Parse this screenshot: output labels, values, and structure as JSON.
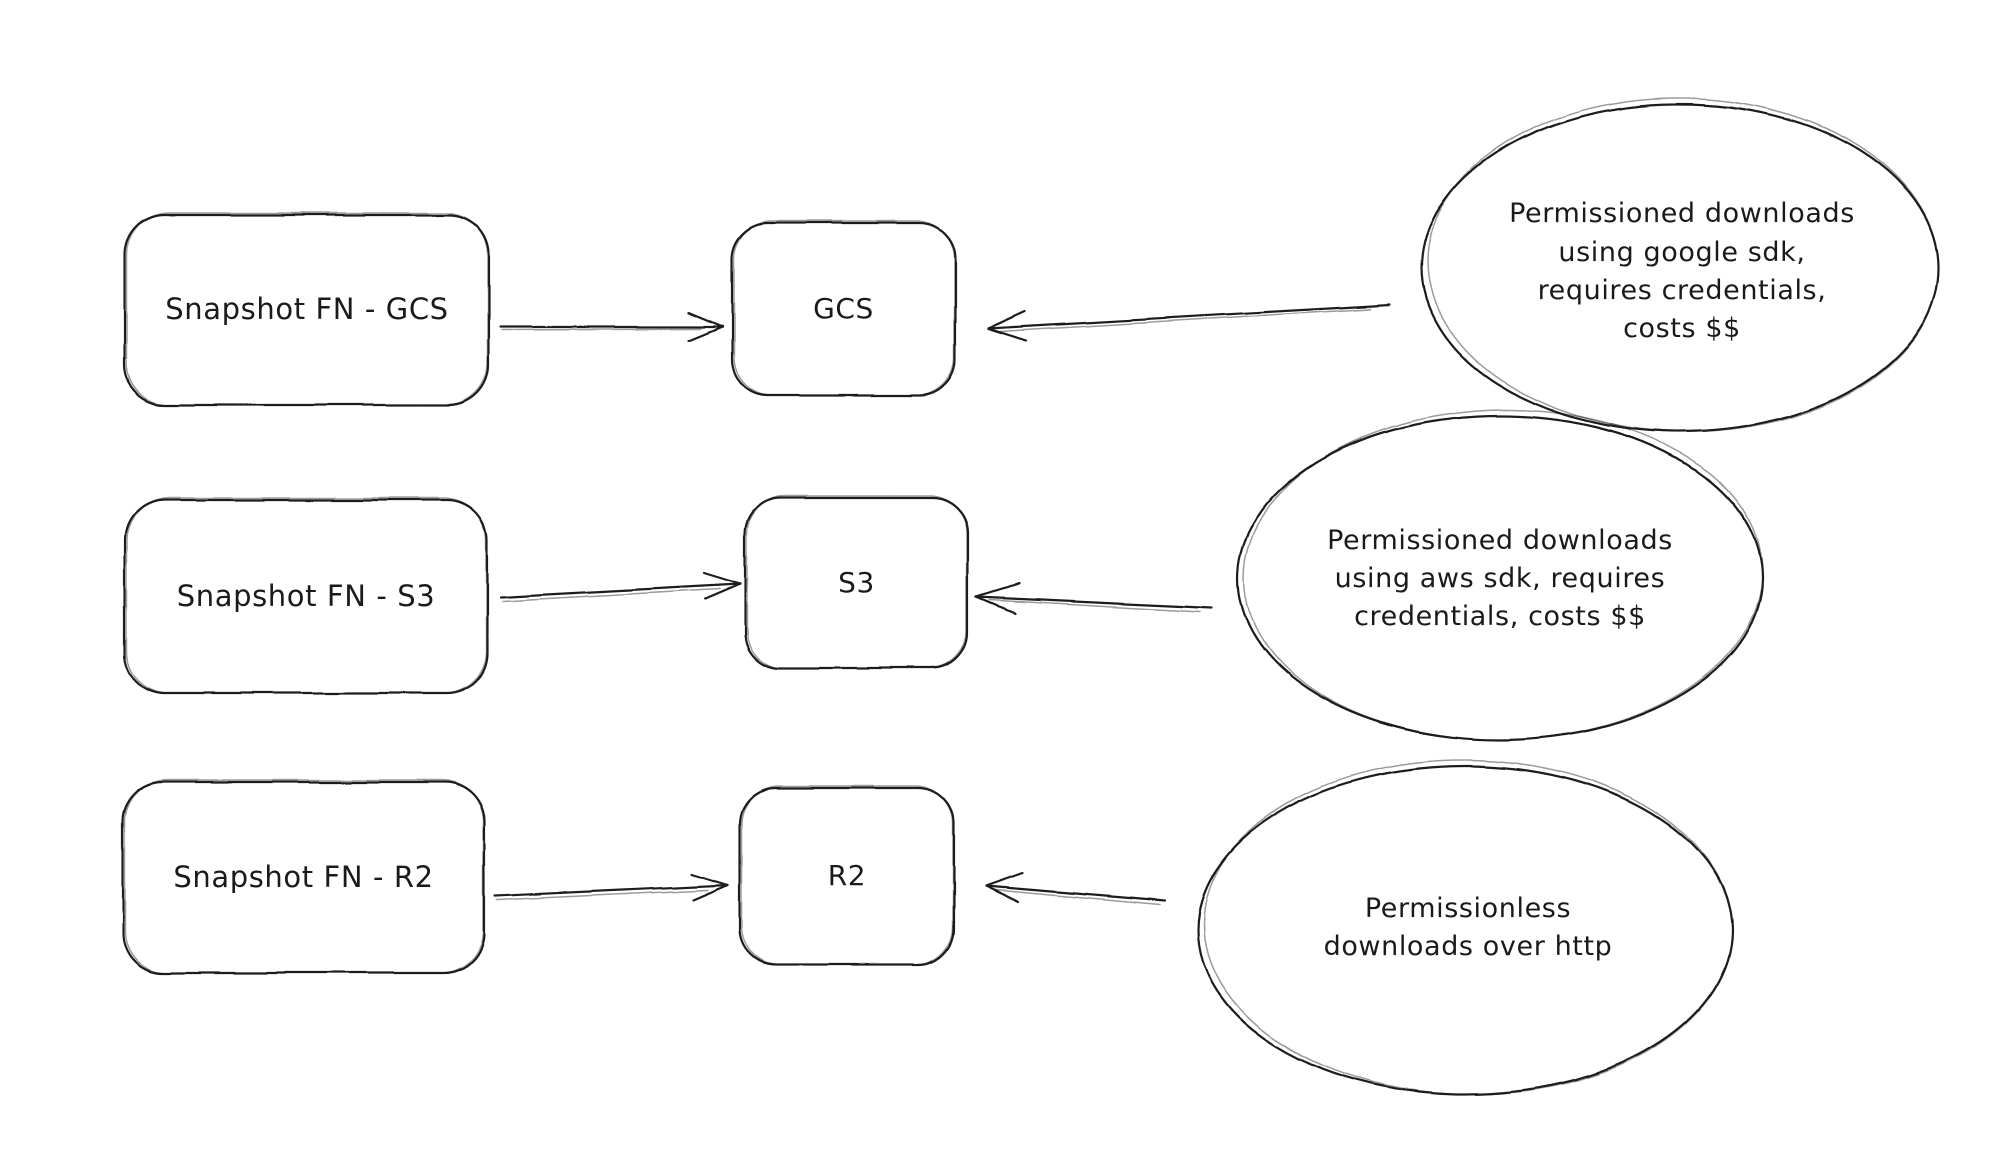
{
  "canvas": {
    "background_color": "#ffffff",
    "stroke_color": "#1e1e1e",
    "text_color": "#1a1a1a",
    "style": "hand-drawn whiteboard diagram"
  },
  "diagram": {
    "type": "flow-diagram",
    "rows": [
      {
        "source_label": "Snapshot FN - GCS",
        "target_label": "GCS",
        "note_text": "Permissioned downloads\nusing google sdk,\nrequires credentials,\ncosts $$"
      },
      {
        "source_label": "Snapshot FN - S3",
        "target_label": "S3",
        "note_text": "Permissioned downloads\nusing aws sdk, requires\ncredentials, costs $$"
      },
      {
        "source_label": "Snapshot FN - R2",
        "target_label": "R2",
        "note_text": "Permissionless\ndownloads over http"
      }
    ],
    "edges": [
      {
        "from": "Snapshot FN - GCS",
        "to": "GCS",
        "direction": "right"
      },
      {
        "from": "Permissioned downloads using google sdk, requires credentials, costs $$",
        "to": "GCS",
        "direction": "left"
      },
      {
        "from": "Snapshot FN - S3",
        "to": "S3",
        "direction": "right"
      },
      {
        "from": "Permissioned downloads using aws sdk, requires credentials, costs $$",
        "to": "S3",
        "direction": "left"
      },
      {
        "from": "Snapshot FN - R2",
        "to": "R2",
        "direction": "right"
      },
      {
        "from": "Permissionless downloads over http",
        "to": "R2",
        "direction": "left"
      }
    ]
  }
}
